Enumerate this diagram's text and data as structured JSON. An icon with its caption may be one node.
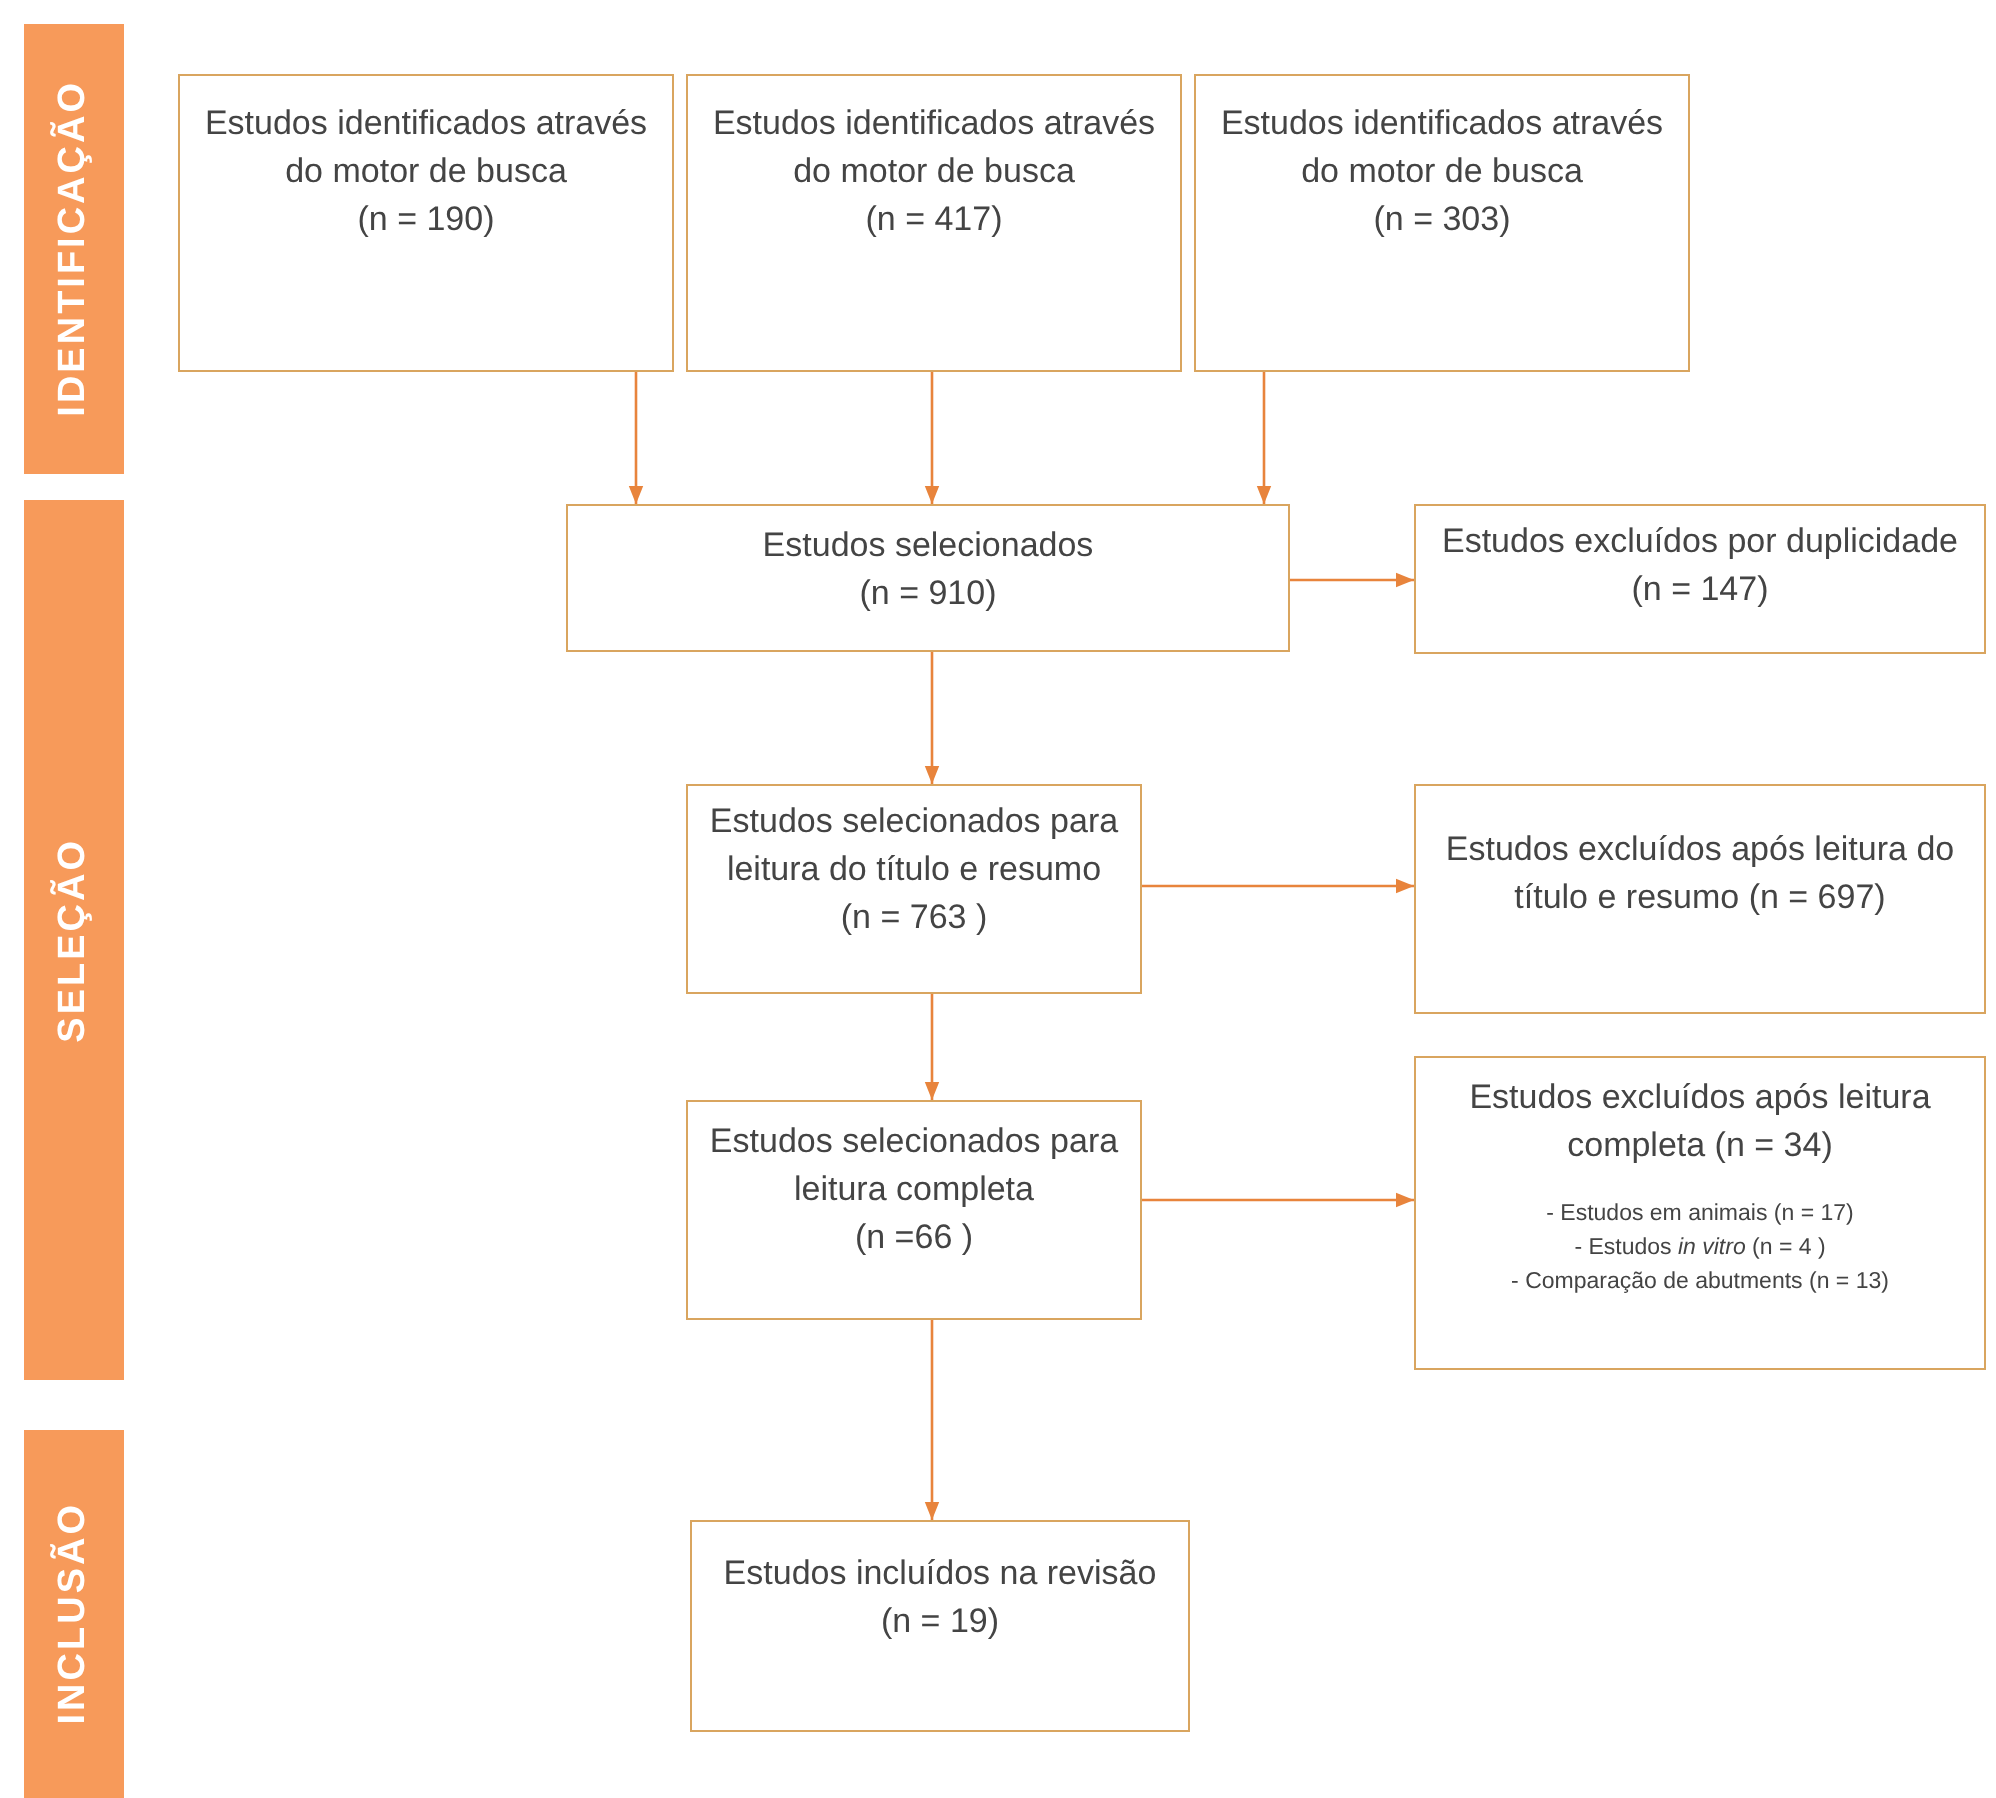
{
  "diagram": {
    "nodes": [
      {
        "text": [
          "IDENTIFICAÇÃO"
        ]
      },
      {
        "text": [
          "SELEÇÃO"
        ]
      },
      {
        "text": [
          "INCLUSÃO"
        ]
      },
      {
        "text": [
          "Estudos identificados através do motor de busca",
          "(n = 190)"
        ]
      },
      {
        "text": [
          "Estudos identificados através do motor de busca",
          "(n = 417)"
        ]
      },
      {
        "text": [
          "Estudos identificados através do motor de busca",
          "(n = 303)"
        ]
      },
      {
        "text": [
          "Estudos selecionados",
          "(n = 910)"
        ]
      },
      {
        "text": [
          "Estudos excluídos por duplicidade (n = 147)"
        ]
      },
      {
        "text": [
          "Estudos selecionados para leitura do título e resumo",
          "(n = 763 )"
        ]
      },
      {
        "text": [
          "Estudos excluídos após leitura do título e resumo (n = 697)"
        ]
      },
      {
        "text": [
          "Estudos selecionados para leitura completa",
          "(n =66 )"
        ]
      },
      {
        "text": [
          "Estudos excluídos após leitura completa (n = 34)",
          "- Estudos em animais (n = 17)",
          "- Estudos *in vitro* (n = 4 )",
          "- Comparação de abutments (n = 13)"
        ]
      },
      {
        "text": [
          "Estudos incluídos na revisão",
          "(n = 19)"
        ]
      }
    ],
    "edges": [
      {
        "from": 3,
        "to": 6,
        "arrow": "to"
      },
      {
        "from": 4,
        "to": 6,
        "arrow": "to"
      },
      {
        "from": 5,
        "to": 6,
        "arrow": "to"
      },
      {
        "from": 6,
        "to": 7,
        "arrow": "to"
      },
      {
        "from": 6,
        "to": 8,
        "arrow": "to"
      },
      {
        "from": 8,
        "to": 9,
        "arrow": "to"
      },
      {
        "from": 8,
        "to": 10,
        "arrow": "to"
      },
      {
        "from": 10,
        "to": 11,
        "arrow": "to"
      },
      {
        "from": 10,
        "to": 12,
        "arrow": "to"
      }
    ]
  }
}
